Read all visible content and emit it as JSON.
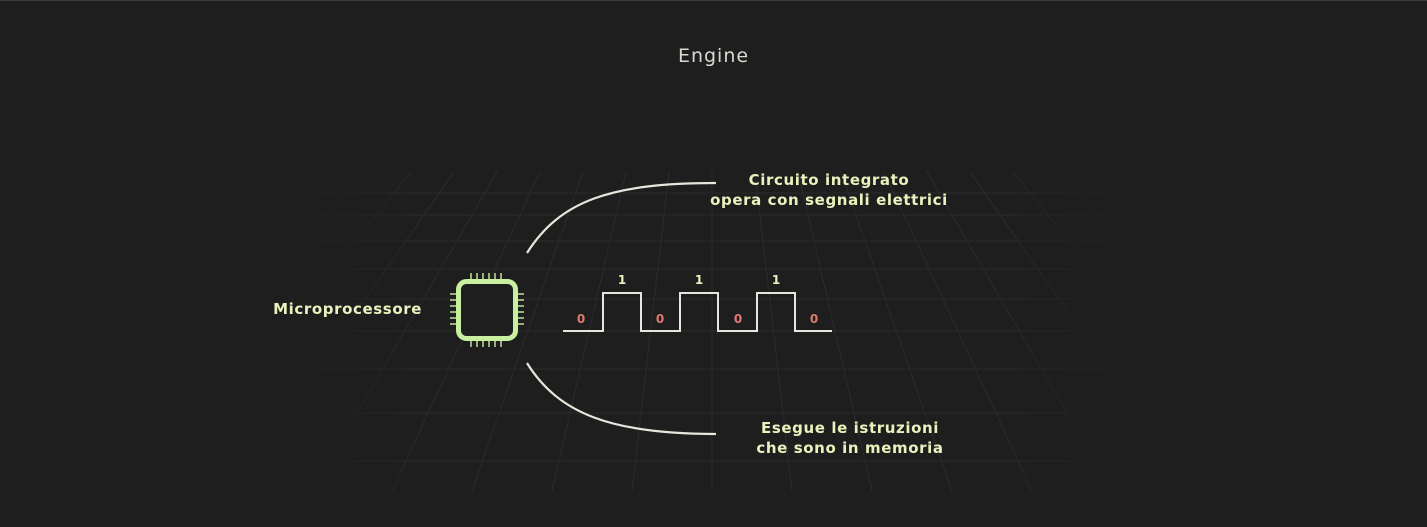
{
  "title": "Engine",
  "labels": {
    "microprocessor": "Microprocessore",
    "top_line1": "Circuito integrato",
    "top_line2": "opera con segnali elettrici",
    "bottom_line1": "Esegue le istruzioni",
    "bottom_line2": "che sono in memoria"
  },
  "signal": {
    "bits": [
      "0",
      "1",
      "0",
      "1",
      "0",
      "1",
      "0"
    ]
  },
  "icons": {
    "chip": "microchip-icon"
  },
  "colors": {
    "background": "#1e1e1e",
    "accent": "#c8f0a0",
    "label": "#e8f2bd",
    "zero_bit": "#e07a6e",
    "line": "#e6e6dc"
  }
}
